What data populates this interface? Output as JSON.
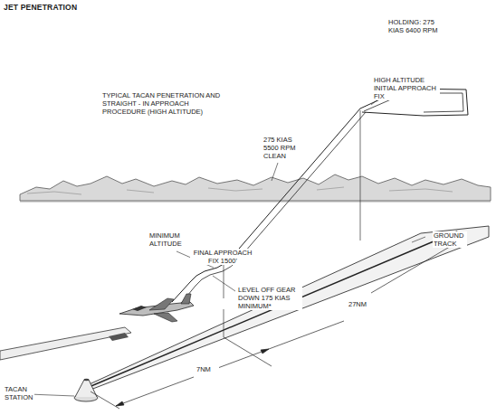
{
  "diagram": {
    "title": "JET PENETRATION",
    "labels": [
      "HOLDING: 275 KIAS 6400 RPM",
      "HIGH ALTITUDE INITIAL APPROACH FIX",
      "TYPICAL TACAN PENETRATION AND STRAIGHT - IN APPROACH PROCEDURE (HIGH ALTITUDE)",
      "275 KIAS 5500 RPM CLEAN",
      "MINIMUM ALTITUDE",
      "FINAL APPROACH FIX 1500'",
      "LEVEL OFF GEAR DOWN 175 KIAS MINIMUM*",
      "GROUND TRACK",
      "27NM",
      "7NM",
      "TACAN STATION"
    ]
  }
}
